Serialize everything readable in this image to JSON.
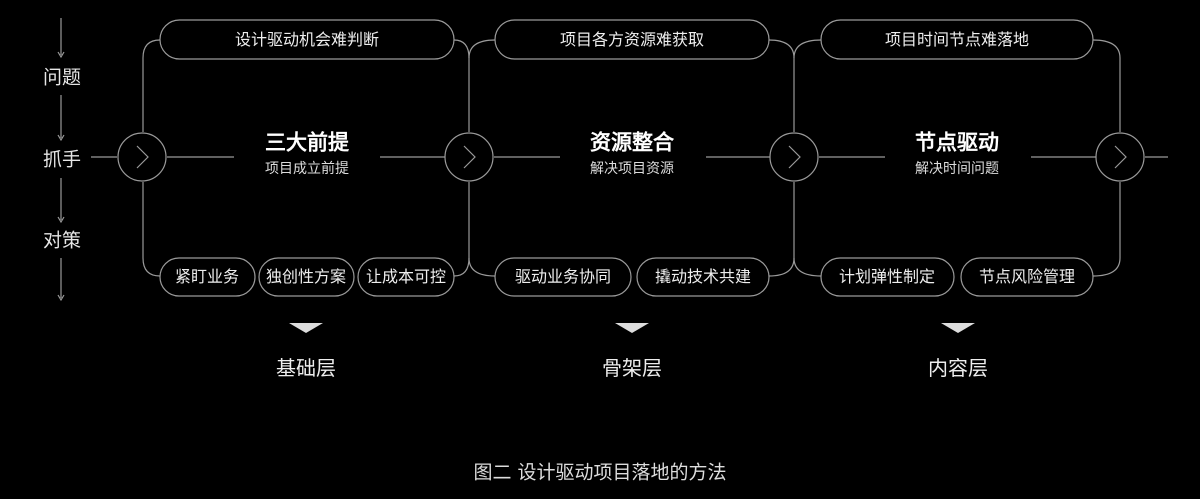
{
  "side_labels": [
    "问题",
    "抓手",
    "对策"
  ],
  "columns": [
    {
      "problem": "设计驱动机会难判断",
      "title": "三大前提",
      "subtitle": "项目成立前提",
      "tactics": [
        "紧盯业务",
        "独创性方案",
        "让成本可控"
      ],
      "layer": "基础层"
    },
    {
      "problem": "项目各方资源难获取",
      "title": "资源整合",
      "subtitle": "解决项目资源",
      "tactics": [
        "驱动业务协同",
        "撬动技术共建"
      ],
      "layer": "骨架层"
    },
    {
      "problem": "项目时间节点难落地",
      "title": "节点驱动",
      "subtitle": "解决时间问题",
      "tactics": [
        "计划弹性制定",
        "节点风险管理"
      ],
      "layer": "内容层"
    }
  ],
  "caption": "图二 设计驱动项目落地的方法",
  "colors": {
    "background": "#000000",
    "stroke": "#9a9a9a",
    "text": "#ffffff",
    "arrow_marker": "#dddddd"
  },
  "icons": {
    "flow_node": "chevron-right-icon",
    "layer_marker": "triangle-down-icon"
  }
}
